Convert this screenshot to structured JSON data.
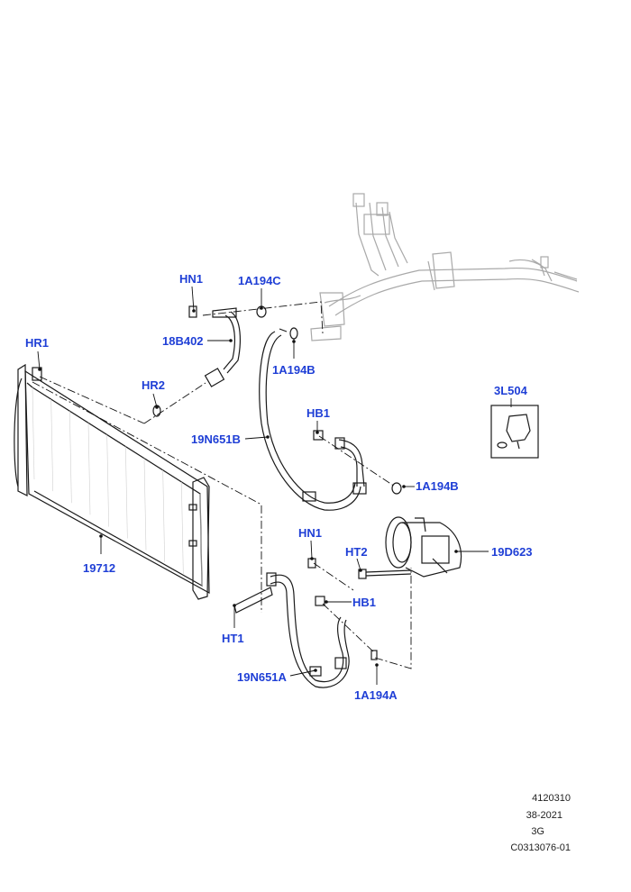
{
  "diagram": {
    "callouts": [
      {
        "id": "hn1-top",
        "text": "HN1"
      },
      {
        "id": "1a194c",
        "text": "1A194C"
      },
      {
        "id": "hr1",
        "text": "HR1"
      },
      {
        "id": "18b402",
        "text": "18B402"
      },
      {
        "id": "1a194b-top",
        "text": "1A194B"
      },
      {
        "id": "hr2",
        "text": "HR2"
      },
      {
        "id": "3l504",
        "text": "3L504"
      },
      {
        "id": "hb1-top",
        "text": "HB1"
      },
      {
        "id": "19n651b",
        "text": "19N651B"
      },
      {
        "id": "1a194b-right",
        "text": "1A194B"
      },
      {
        "id": "hn1-bottom",
        "text": "HN1"
      },
      {
        "id": "ht2",
        "text": "HT2"
      },
      {
        "id": "19d623",
        "text": "19D623"
      },
      {
        "id": "19712",
        "text": "19712"
      },
      {
        "id": "hb1-bottom",
        "text": "HB1"
      },
      {
        "id": "ht1",
        "text": "HT1"
      },
      {
        "id": "19n651a",
        "text": "19N651A"
      },
      {
        "id": "1a194a",
        "text": "1A194A"
      }
    ],
    "reference": {
      "line1": "4120310",
      "line2": "38-2021",
      "line3": "3G",
      "line4": "C0313076-01"
    },
    "colors": {
      "callout": "#1f3fd6",
      "linework": "#1a1a1a",
      "context_parts": "#a9a9a9"
    }
  }
}
